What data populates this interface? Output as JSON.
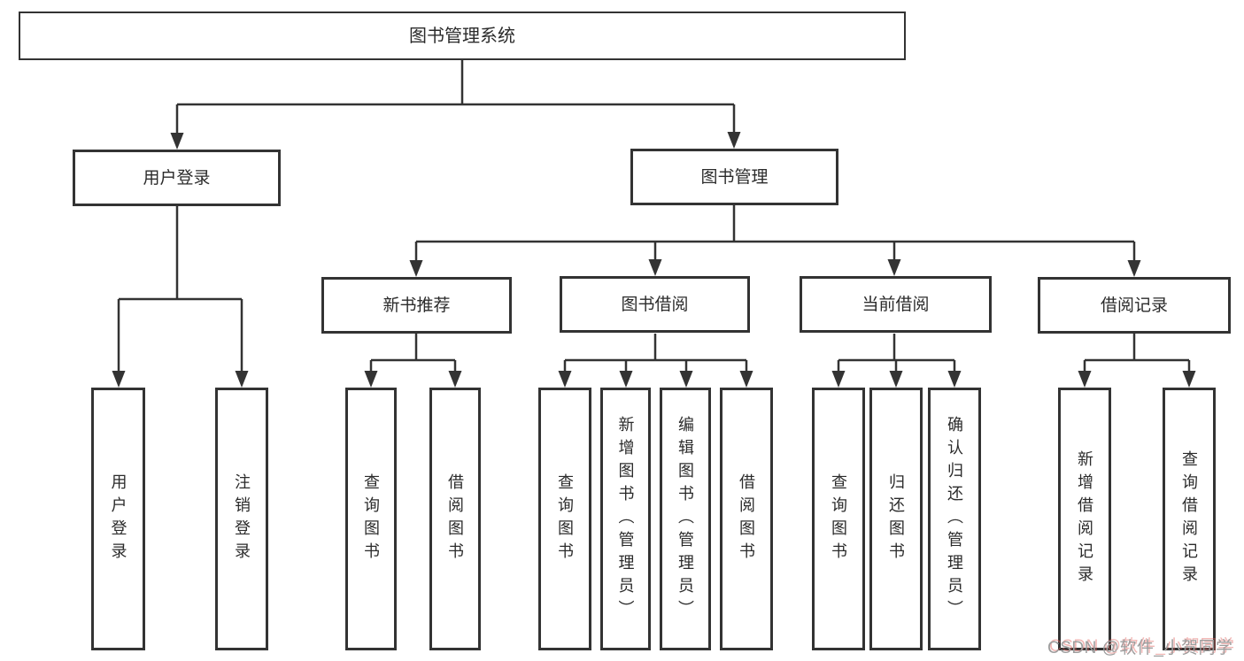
{
  "diagram": {
    "title": "图书管理系统",
    "line_color": "#333333",
    "branches": [
      {
        "label": "用户登录",
        "children": [
          {
            "label": "用户登录"
          },
          {
            "label": "注销登录"
          }
        ]
      },
      {
        "label": "图书管理",
        "children": [
          {
            "label": "新书推荐",
            "children": [
              {
                "label": "查询图书"
              },
              {
                "label": "借阅图书"
              }
            ]
          },
          {
            "label": "图书借阅",
            "children": [
              {
                "label": "查询图书"
              },
              {
                "label": "新增图书（管理员）"
              },
              {
                "label": "编辑图书（管理员）"
              },
              {
                "label": "借阅图书"
              }
            ]
          },
          {
            "label": "当前借阅",
            "children": [
              {
                "label": "查询图书"
              },
              {
                "label": "归还图书"
              },
              {
                "label": "确认归还（管理员）"
              }
            ]
          },
          {
            "label": "借阅记录",
            "children": [
              {
                "label": "新增借阅记录"
              },
              {
                "label": "查询借阅记录"
              }
            ]
          }
        ]
      }
    ]
  },
  "watermark": {
    "text": "CSDN @软件_小贺同学",
    "color": "#9d9d9d",
    "shadow_color": "#e0605a"
  }
}
